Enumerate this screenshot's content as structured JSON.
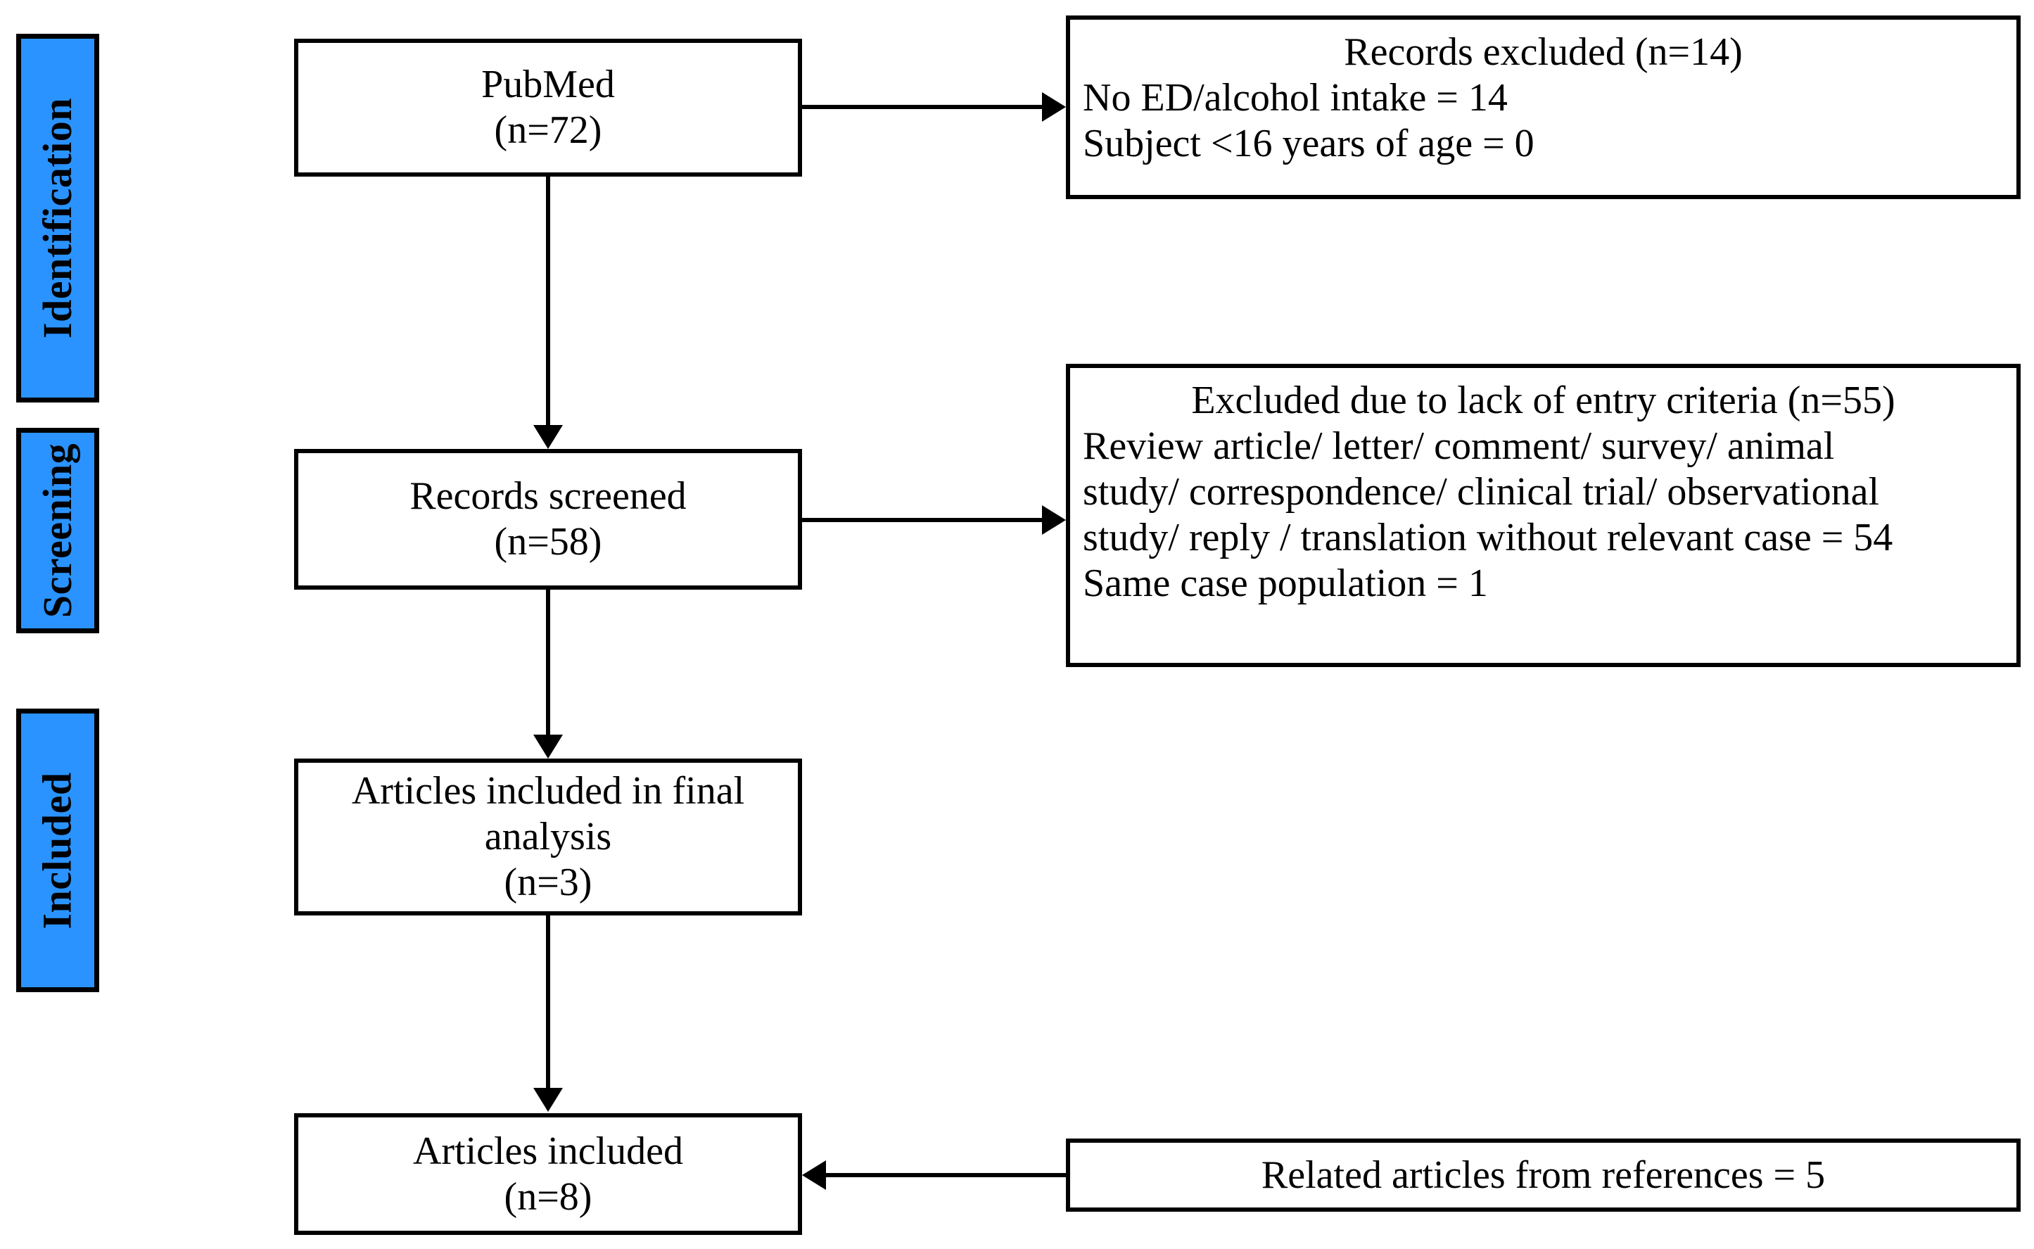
{
  "colors": {
    "stage_fill": "#2a93ff",
    "stroke": "#000000",
    "box_fill": "#ffffff"
  },
  "stages": [
    {
      "key": "identification",
      "label": "Identification"
    },
    {
      "key": "screening",
      "label": "Screening"
    },
    {
      "key": "included",
      "label": "Included"
    }
  ],
  "flow": {
    "pubmed": {
      "line1": "PubMed",
      "line2": "(n=72)"
    },
    "records_screened": {
      "line1": "Records screened",
      "line2": "(n=58)"
    },
    "articles_final_analysis": {
      "line1": "Articles included in final",
      "line2": "analysis",
      "line3": "(n=3)"
    },
    "articles_included": {
      "line1": "Articles included",
      "line2": "(n=8)"
    }
  },
  "excluded_records": {
    "heading": "Records excluded (n=14)",
    "reasons": [
      "No ED/alcohol intake = 14",
      "Subject  <16 years of age = 0"
    ]
  },
  "excluded_criteria": {
    "heading": "Excluded due to lack of entry criteria (n=55)",
    "reasons": [
      "Review article/ letter/ comment/ survey/ animal",
      "study/ correspondence/ clinical trial/ observational",
      "study/ reply / translation without relevant case = 54",
      "Same case population = 1"
    ]
  },
  "related_articles": {
    "text": "Related articles from references = 5"
  }
}
